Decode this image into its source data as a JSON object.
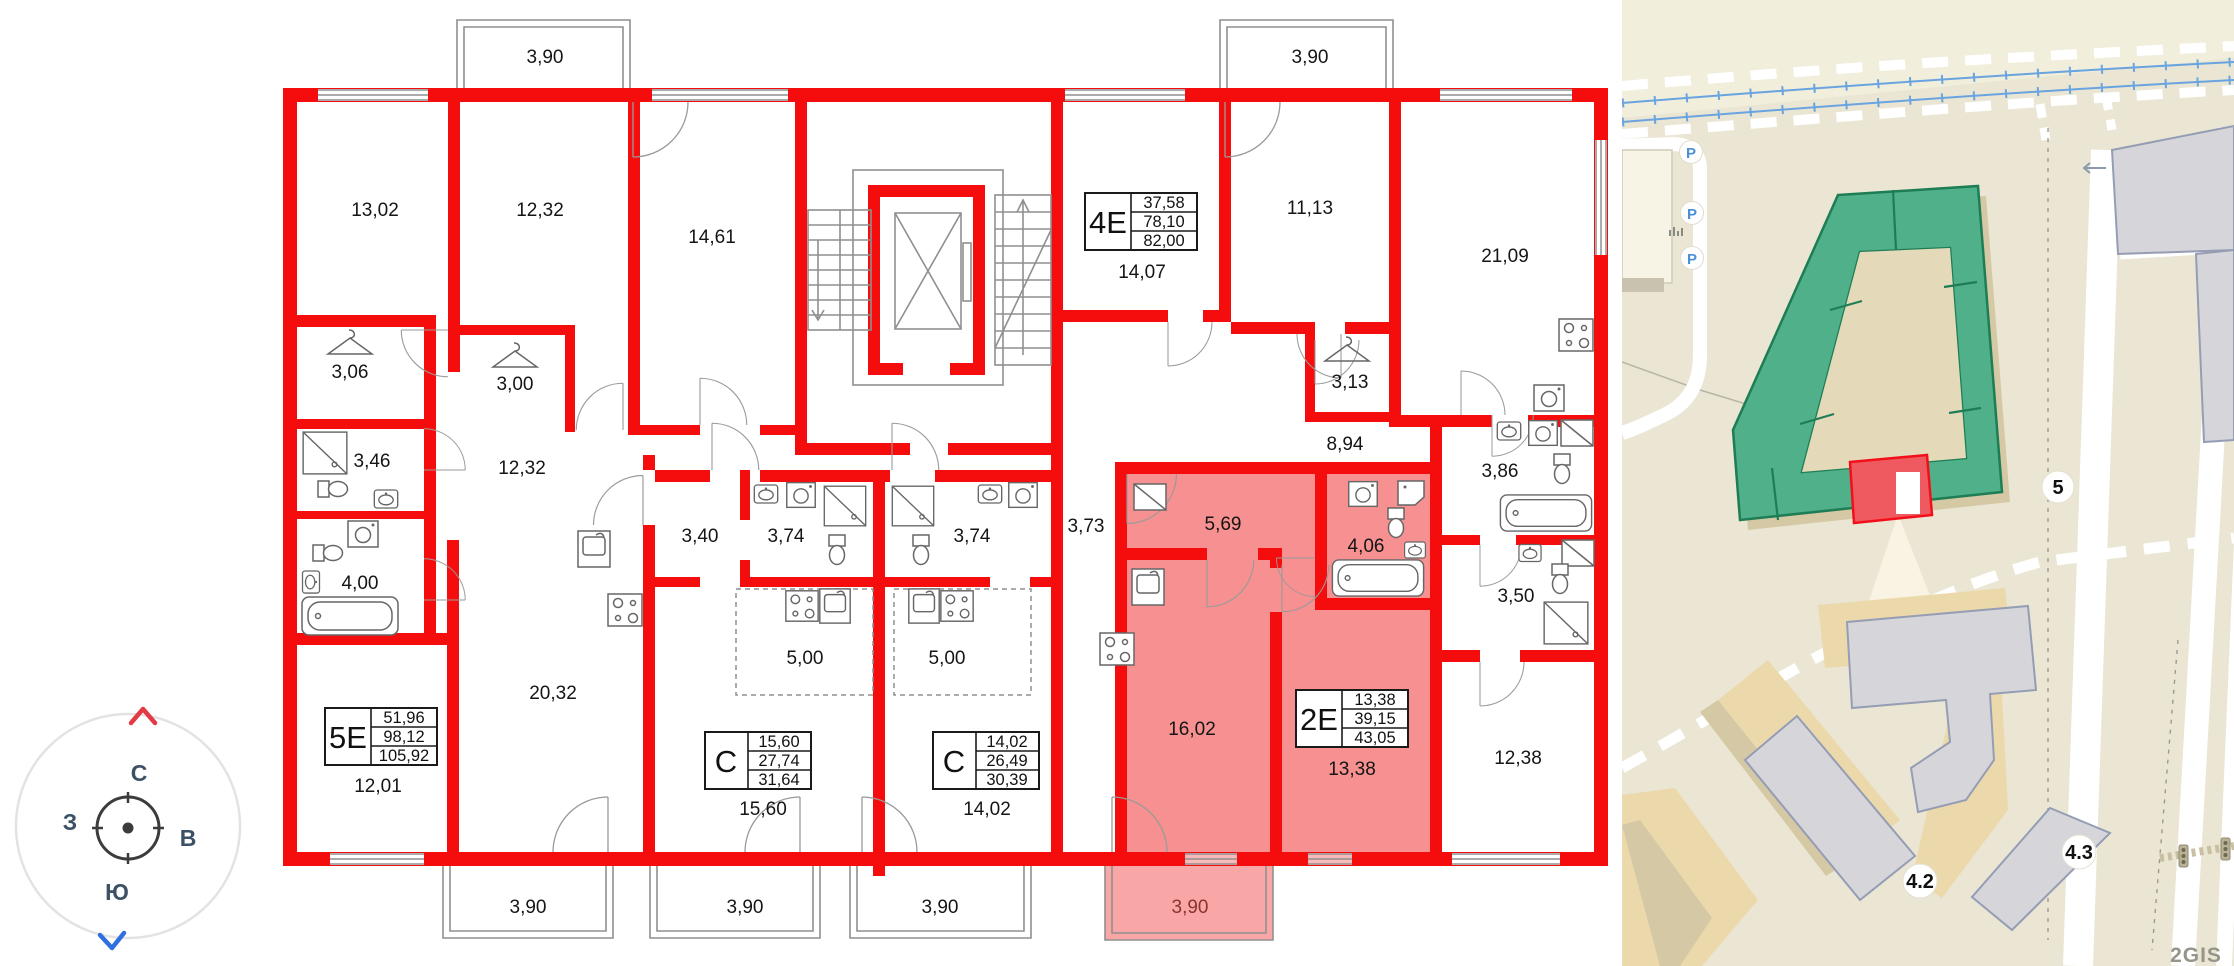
{
  "compass": {
    "north": "С",
    "south": "Ю",
    "west": "З",
    "east": "В"
  },
  "plan": {
    "balconies": {
      "top_1": "3,90",
      "top_2": "3,90",
      "bottom_1": "3,90",
      "bottom_2": "3,90",
      "bottom_3": "3,90",
      "highlighted": "3,90"
    },
    "rooms": {
      "r13_02": "13,02",
      "r12_32_top": "12,32",
      "r14_61": "14,61",
      "c3_06": "3,06",
      "c3_00": "3,00",
      "b3_46": "3,46",
      "h12_32": "12,32",
      "b4_00": "4,00",
      "r20_32": "20,32",
      "r12_01": "12,01",
      "h3_40": "3,40",
      "b3_74_l": "3,74",
      "b3_74_r": "3,74",
      "h3_73": "3,73",
      "k5_00_l": "5,00",
      "k5_00_r": "5,00",
      "r15_60": "15,60",
      "r14_02": "14,02",
      "r14_07": "14,07",
      "r11_13": "11,13",
      "r21_09": "21,09",
      "c3_13": "3,13",
      "h8_94": "8,94",
      "h5_69": "5,69",
      "b4_06": "4,06",
      "r16_02": "16,02",
      "r13_38": "13,38",
      "b3_86": "3,86",
      "b3_50": "3,50",
      "r12_38": "12,38"
    },
    "units": {
      "u5e": {
        "code": "5E",
        "area_1": "51,96",
        "area_2": "98,12",
        "area_3": "105,92"
      },
      "uc1": {
        "code": "С",
        "area_1": "15,60",
        "area_2": "27,74",
        "area_3": "31,64"
      },
      "uc2": {
        "code": "С",
        "area_1": "14,02",
        "area_2": "26,49",
        "area_3": "30,39"
      },
      "u4e": {
        "code": "4E",
        "area_1": "37,58",
        "area_2": "78,10",
        "area_3": "82,00"
      },
      "u2e": {
        "code": "2E",
        "area_1": "13,38",
        "area_2": "39,15",
        "area_3": "43,05"
      }
    },
    "colors": {
      "wall_red": "#f50d0d",
      "highlight_fill": "#f79090",
      "highlight_balcony": "#f8a6a6"
    }
  },
  "map": {
    "building_markers": {
      "current": "5",
      "b42": "4.2",
      "b43": "4.3"
    },
    "parking_label": "P",
    "watermark": "2GIS",
    "colors": {
      "background": "#eae6d3",
      "current_building": "#4fb089",
      "highlighted_section": "#ee5a60",
      "other_building": "#d6d6da",
      "construction": "#ebd9ac"
    }
  }
}
